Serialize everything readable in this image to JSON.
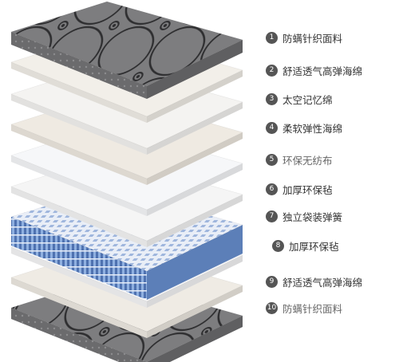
{
  "layers": [
    {
      "number": "1",
      "name": "防螨针织面料",
      "material": "knit-fabric",
      "color": "#7d7d7f"
    },
    {
      "number": "2",
      "name": "舒适透气高弹海绵",
      "material": "foam",
      "color": "#f2efe9"
    },
    {
      "number": "3",
      "name": "太空记忆绵",
      "material": "foam",
      "color": "#f4f3f1"
    },
    {
      "number": "4",
      "name": "柔软弹性海绵",
      "material": "foam",
      "color": "#efeae2"
    },
    {
      "number": "5",
      "name": "环保无纺布",
      "material": "nonwoven",
      "color": "#f6f7f9"
    },
    {
      "number": "6",
      "name": "加厚环保毡",
      "material": "felt",
      "color": "#f5f5f5"
    },
    {
      "number": "7",
      "name": "独立袋装弹簧",
      "material": "pocket-springs",
      "color": "#6f8fc4"
    },
    {
      "number": "8",
      "name": "加厚环保毡",
      "material": "felt",
      "color": "#f6f6f7"
    },
    {
      "number": "9",
      "name": "舒适透气高弹海绵",
      "material": "foam",
      "color": "#efebe4"
    },
    {
      "number": "10",
      "name": "防螨针织面料",
      "material": "knit-fabric",
      "color": "#7d7d7f"
    }
  ],
  "colors": {
    "badge": "#555555",
    "label_text": "#333333",
    "knit_pattern": "#2e2e30"
  }
}
